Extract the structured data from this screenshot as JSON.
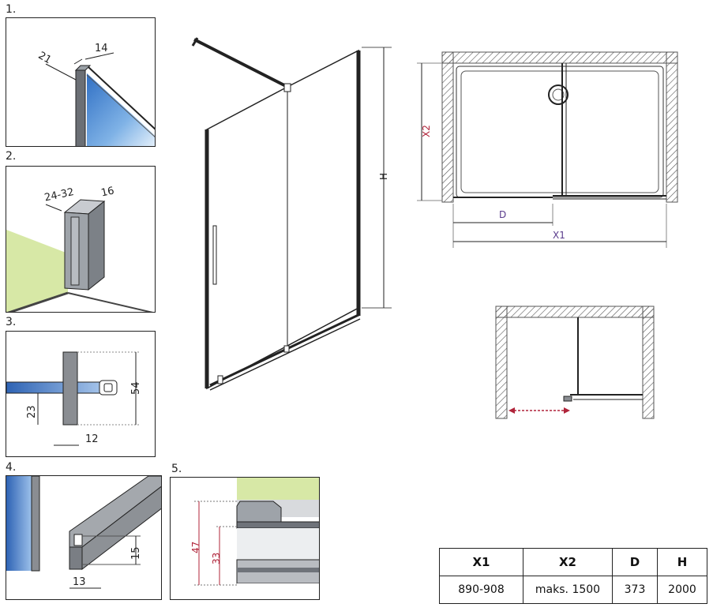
{
  "details": {
    "d1": {
      "num": "1.",
      "w": "21",
      "t": "14"
    },
    "d2": {
      "num": "2.",
      "w": "24-32",
      "t": "16"
    },
    "d3": {
      "num": "3.",
      "h": "54",
      "a": "23",
      "b": "12"
    },
    "d4": {
      "num": "4.",
      "h": "15",
      "b": "13"
    },
    "d5": {
      "num": "5.",
      "h1": "47",
      "h2": "33"
    }
  },
  "main": {
    "h_label": "H"
  },
  "plan": {
    "x2": "X2",
    "d": "D",
    "x1": "X1"
  },
  "table": {
    "headers": [
      "X1",
      "X2",
      "D",
      "H"
    ],
    "values": [
      "890-908",
      "maks. 1500",
      "373",
      "2000"
    ]
  }
}
